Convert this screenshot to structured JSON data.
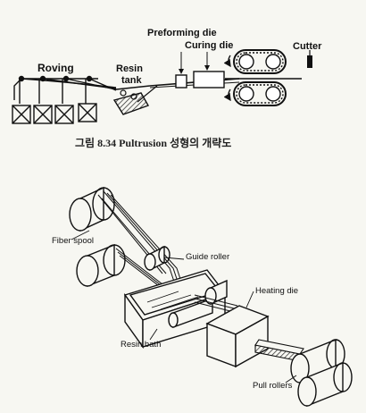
{
  "top_diagram": {
    "labels": {
      "preforming_die": "Preforming die",
      "curing_die": "Curing die",
      "cutter": "Cutter",
      "roving": "Roving",
      "resin_tank": "Resin\ntank"
    },
    "caption": "그림 8.34 Pultrusion 성형의 개략도"
  },
  "bottom_diagram": {
    "labels": {
      "fiber_spool": "Fiber spool",
      "guide_roller": "Guide roller",
      "heating_die": "Heating die",
      "resin_bath": "Resin bath",
      "pull_rollers": "Pull rollers"
    }
  }
}
